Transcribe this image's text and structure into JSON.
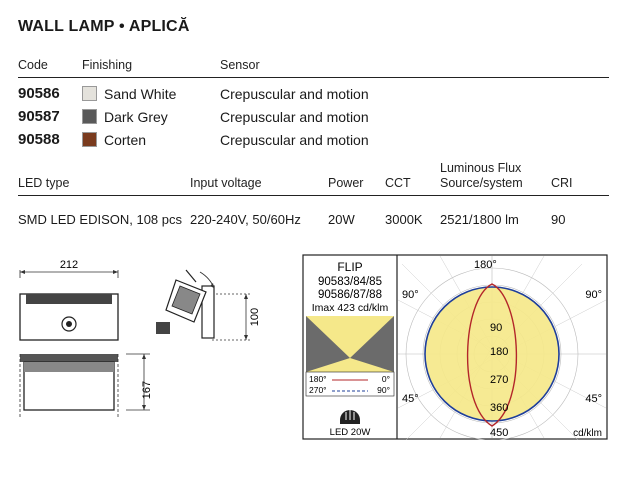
{
  "title": "WALL  LAMP • APLICĂ",
  "table_headers": {
    "code": "Code",
    "finishing": "Finishing",
    "sensor": "Sensor"
  },
  "products": [
    {
      "code": "90586",
      "finishing": "Sand White",
      "sensor": "Crepuscular and motion",
      "swatch": "#e4e2dc"
    },
    {
      "code": "90587",
      "finishing": "Dark Grey",
      "sensor": "Crepuscular and motion",
      "swatch": "#595959"
    },
    {
      "code": "90588",
      "finishing": "Corten",
      "sensor": "Crepuscular and motion",
      "swatch": "#7a3b1e"
    }
  ],
  "specs": {
    "headers": {
      "led_type": "LED type",
      "input_voltage": "Input voltage",
      "power": "Power",
      "cct": "CCT",
      "flux_line1": "Luminous Flux",
      "flux_line2": "Source/system",
      "cri": "CRI"
    },
    "values": {
      "led_type": "SMD LED EDISON, 108 pcs",
      "input_voltage": "220-240V, 50/60Hz",
      "power": "20W",
      "cct": "3000K",
      "flux": "2521/1800 lm",
      "cri": "90"
    }
  },
  "drawing": {
    "width_label": "212",
    "height_label": "100",
    "depth_label": "167"
  },
  "photometry": {
    "name": "FLIP",
    "codes_line1": "90583/84/85",
    "codes_line2": "90586/87/88",
    "imax": "Imax 423 cd/klm",
    "legend_a_left": "180°",
    "legend_a_right": "0°",
    "legend_b_left": "270°",
    "legend_b_right": "90°",
    "led_label": "LED 20W",
    "angle_top": "180°",
    "angle_left_upper": "90°",
    "angle_right_upper": "90°",
    "angle_left_lower": "45°",
    "angle_right_lower": "45°",
    "radial_labels": [
      "90",
      "180",
      "270",
      "360",
      "450"
    ],
    "unit": "cd/klm",
    "colors": {
      "fill": "#f5e88a",
      "curve_c0": "#1f3f9a",
      "curve_c90": "#b3262a",
      "triangle": "#6b6b6b"
    }
  }
}
